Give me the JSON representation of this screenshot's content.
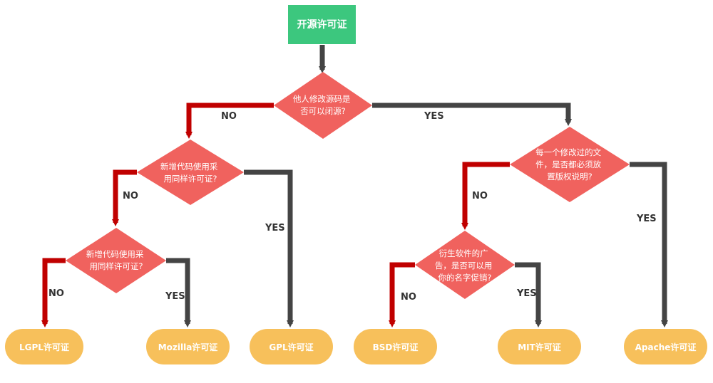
{
  "colors": {
    "start_fill": "#3cc77e",
    "decision_fill": "#f0625e",
    "terminal_fill": "#f7c05b",
    "no_line": "#c00000",
    "yes_line": "#444444",
    "label_text": "#333333",
    "white_text": "#ffffff"
  },
  "start": {
    "label": "开源许可证"
  },
  "decisions": {
    "d1": {
      "lines": [
        "他人修改源码是",
        "否可以闭源?"
      ]
    },
    "d2": {
      "lines": [
        "新增代码使用采",
        "用同样许可证?"
      ]
    },
    "d3": {
      "lines": [
        "新增代码使用采",
        "用同样许可证?"
      ]
    },
    "d4": {
      "lines": [
        "每一个修改过的文",
        "件，是否都必须放",
        "置版权说明?"
      ]
    },
    "d5": {
      "lines": [
        "衍生软件的广",
        "告，是否可以用",
        "你的名字促销?"
      ]
    }
  },
  "licenses": {
    "lgpl": "LGPL许可证",
    "mozilla": "Mozilla许可证",
    "gpl": "GPL许可证",
    "bsd": "BSD许可证",
    "mit": "MIT许可证",
    "apache": "Apache许可证"
  },
  "edge_labels": {
    "no": "NO",
    "yes": "YES"
  }
}
